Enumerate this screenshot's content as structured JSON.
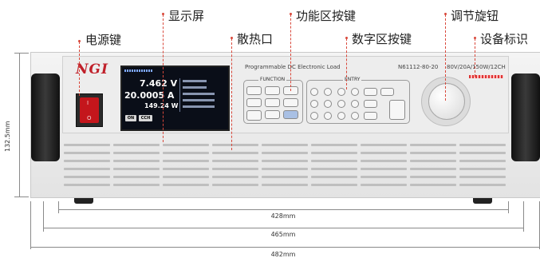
{
  "callouts": {
    "power_key": "电源键",
    "display": "显示屏",
    "vent": "散热口",
    "function_keys": "功能区按键",
    "number_keys": "数字区按键",
    "knob": "调节旋钮",
    "device_label": "设备标识"
  },
  "device": {
    "logo": "NGI",
    "model_title": "Programmable DC Electronic Load",
    "model_number": "N61112-80-20",
    "model_spec": "80V/20A/150W/12CH",
    "function_label": "FUNCTION",
    "entry_label": "ENTRY",
    "power_on": "I",
    "power_off": "O"
  },
  "lcd": {
    "voltage": "7.462 V",
    "current": "20.0005 A",
    "power": "149.24 W",
    "on_button": "ON",
    "ch_button": "CCH"
  },
  "dimensions": {
    "height": "132.5mm",
    "width_1": "428mm",
    "width_2": "465mm",
    "width_3": "482mm"
  },
  "colors": {
    "leader": "#d9473a",
    "logo": "#c0202a",
    "power_switch": "#c4161c"
  }
}
